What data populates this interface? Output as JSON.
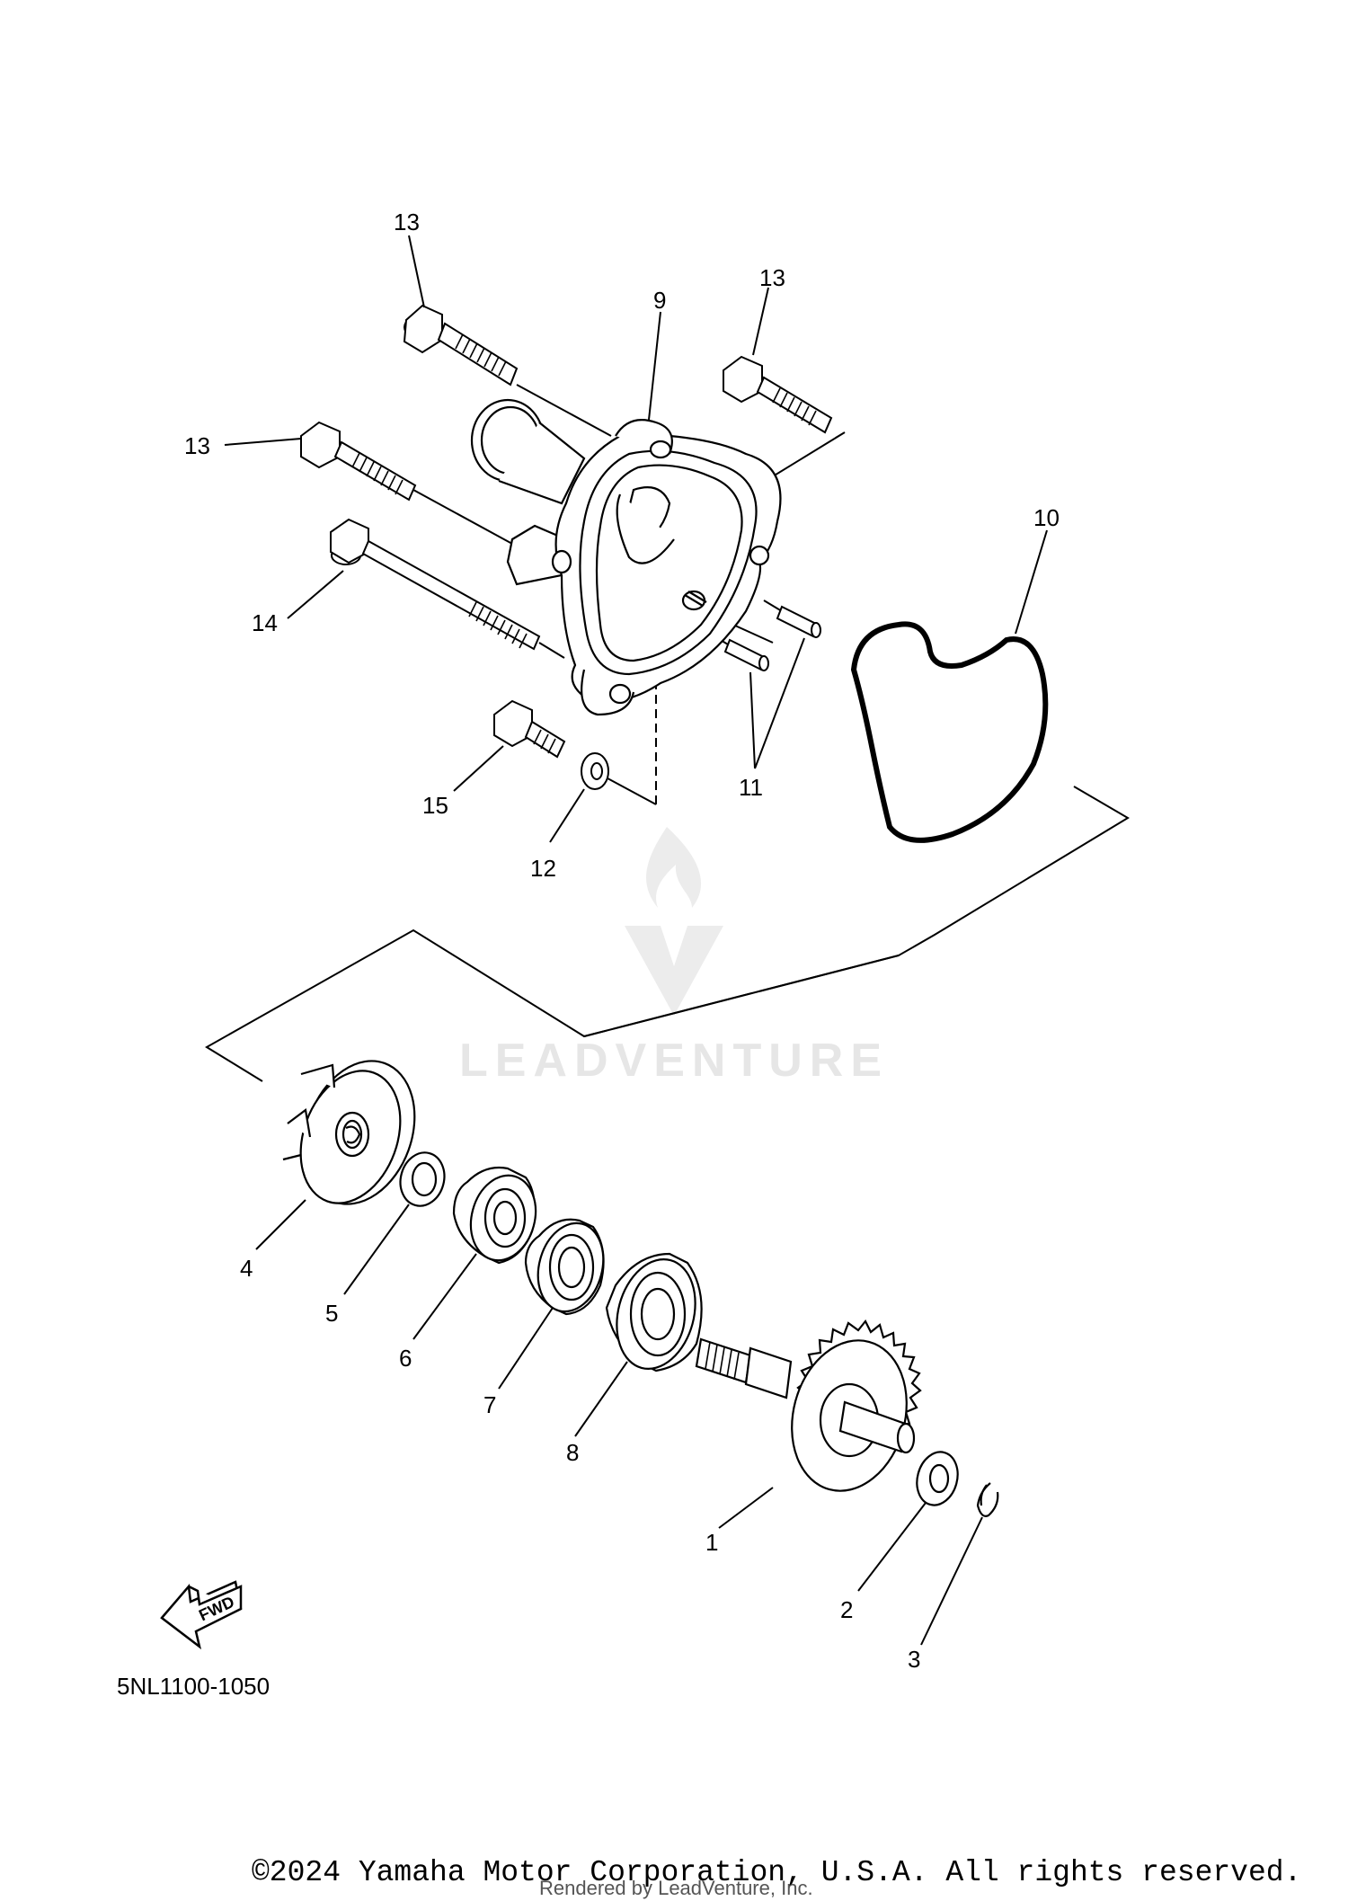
{
  "callouts": [
    {
      "id": "1",
      "text": "1"
    },
    {
      "id": "2",
      "text": "2"
    },
    {
      "id": "3",
      "text": "3"
    },
    {
      "id": "4",
      "text": "4"
    },
    {
      "id": "5",
      "text": "5"
    },
    {
      "id": "6",
      "text": "6"
    },
    {
      "id": "7",
      "text": "7"
    },
    {
      "id": "8",
      "text": "8"
    },
    {
      "id": "9",
      "text": "9"
    },
    {
      "id": "10",
      "text": "10"
    },
    {
      "id": "11",
      "text": "11"
    },
    {
      "id": "12",
      "text": "12"
    },
    {
      "id": "13a",
      "text": "13"
    },
    {
      "id": "13b",
      "text": "13"
    },
    {
      "id": "13c",
      "text": "13"
    },
    {
      "id": "14",
      "text": "14"
    },
    {
      "id": "15",
      "text": "15"
    }
  ],
  "fwd_label": "FWD",
  "diagram_code": "5NL1100-1050",
  "watermark": "LEADVENTURE",
  "copyright": "©2024 Yamaha Motor Corporation, U.S.A. All rights reserved.",
  "rendered_by": "Rendered by LeadVenture, Inc."
}
